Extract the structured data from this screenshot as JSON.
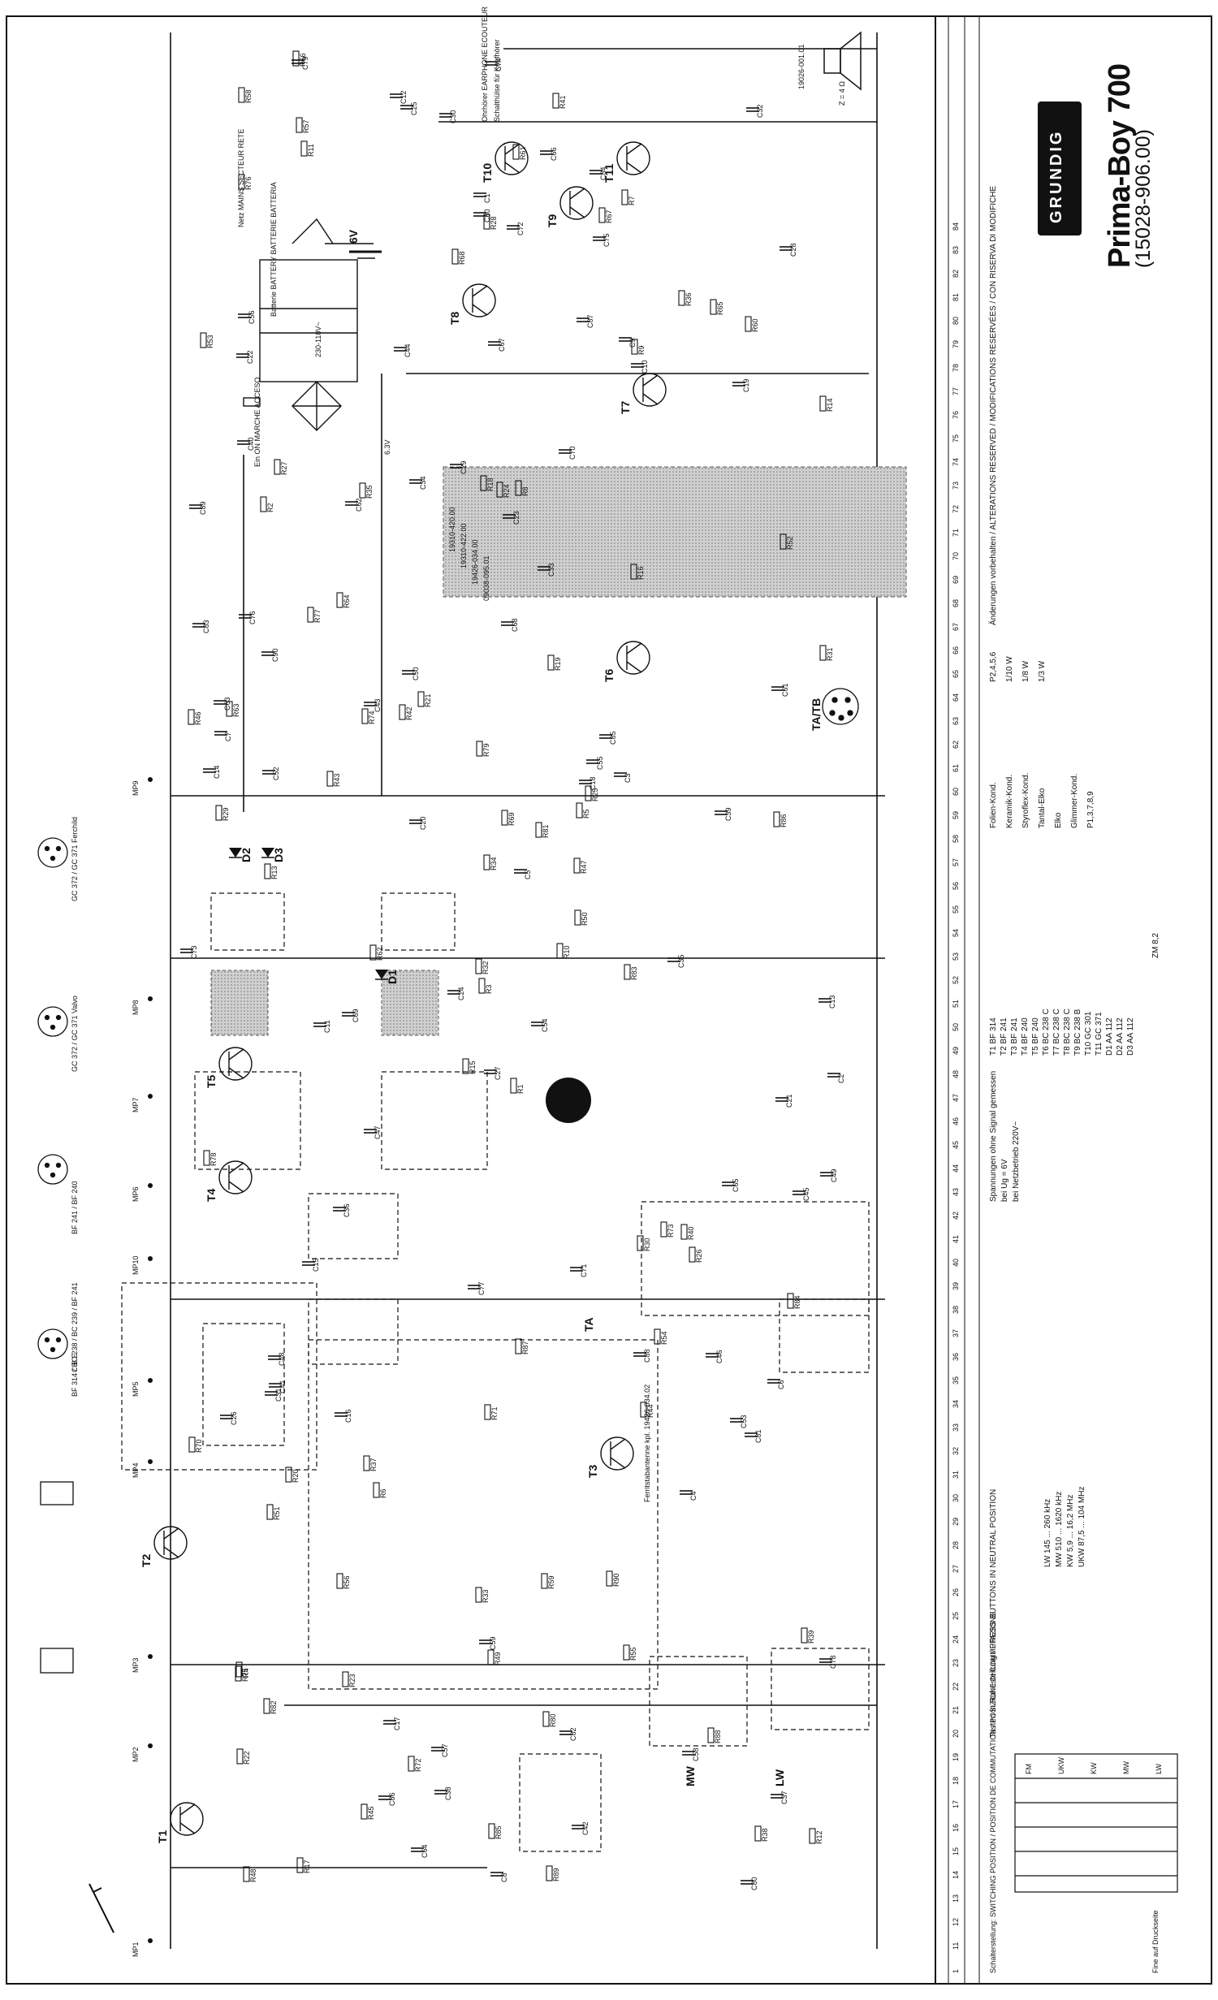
{
  "brand": "GRUNDIG",
  "model": "Prima-Boy 700",
  "model_number": "(15028-906.00)",
  "transistors": [
    "T1",
    "T2",
    "T3",
    "T4",
    "T5",
    "T6",
    "T7",
    "T8",
    "T9",
    "T10",
    "T11"
  ],
  "test_points": [
    "MP1",
    "MP2",
    "MP3",
    "MP4",
    "MP5",
    "MP6",
    "MP7",
    "MP8",
    "MP9",
    "MP10"
  ],
  "diodes": [
    "D1",
    "D2",
    "D3"
  ],
  "labels": {
    "power_block": "230-110V~",
    "battery_block": "6V",
    "mains_block": "Netz MAINS SECTEUR RETE",
    "battery_text": "Batterie BATTERY BATTERIE BATTERIA",
    "on_switch": "Ein ON MARCHE ACCESO",
    "speaker": "Z = 4 Ω",
    "speaker_part": "19026-001.01",
    "ferrite_fm": "Ferritstabantenne kpl. 19426-034.02",
    "ta_tb": "TA/TB",
    "mw": "MW",
    "lw": "LW",
    "switch_ta": "TA",
    "switch_keys": [
      "FM",
      "UKW",
      "KW",
      "MW",
      "LW"
    ],
    "earphone": "Ohrhörer EARPHONE ECOUTEUR",
    "phones_note": "Schalthülse für Kopfhörer",
    "fine_note": "Fine auf Druckseite",
    "voltages_note": "Spannungen ohne Signal gemessen",
    "voltage_conditions": [
      "bei Ug = 6V",
      "bei Netzbetrieb 220V~"
    ],
    "switch_note": "Schalterstellung: SWITCHING POSITION / POSITION DE COMMUTATION / POSIZIONE DI COMMUTAZIONE",
    "tasten_note": "Tasten in Ruhestellung / PRESS BUTTONS IN NEUTRAL POSITION",
    "reserve_note": "Änderungen vorbehalten / ALTERATIONS RESERVED / MODIFICATIONS RESERVÉES / CON RISERVA DI MODIFICHE",
    "eq": "6.3V",
    "cap_symbols": [
      "Folien-Kond.",
      "Keramik-Kond.",
      "Styroflex-Kond.",
      "Tantal-Elko",
      "Elko",
      "Glimmer-Kond."
    ],
    "freq_bands": [
      {
        "band": "LW",
        "range": "145 ... 260 kHz"
      },
      {
        "band": "MW",
        "range": "510 ... 1620 kHz"
      },
      {
        "band": "KW",
        "range": "5,9 ... 16,2 MHz"
      },
      {
        "band": "UKW",
        "range": "87,5 ... 104 MHz"
      }
    ],
    "transistor_types": [
      {
        "ref": "T1",
        "type": "BF 314"
      },
      {
        "ref": "T2",
        "type": "BF 241"
      },
      {
        "ref": "T3",
        "type": "BF 241"
      },
      {
        "ref": "T4",
        "type": "BF 240"
      },
      {
        "ref": "T5",
        "type": "BF 240"
      },
      {
        "ref": "T6",
        "type": "BC 238 C"
      },
      {
        "ref": "T7",
        "type": "BC 238 C"
      },
      {
        "ref": "T8",
        "type": "BC 238 C"
      },
      {
        "ref": "T9",
        "type": "BC 238 B"
      },
      {
        "ref": "T10",
        "type": "GC 301"
      },
      {
        "ref": "T11",
        "type": "GC 371"
      }
    ],
    "diode_types": [
      {
        "ref": "D1",
        "type": "AA 112"
      },
      {
        "ref": "D2",
        "type": "AA 112"
      },
      {
        "ref": "D3",
        "type": "AA 112"
      }
    ],
    "zener": "ZM 8,2",
    "pinout_labels": [
      "BF 314 / BC 238 / BC 239 / BF 241",
      "BF 241 / BF 240",
      "GC 372 / GC 371 Valvo",
      "GC 372 / GC 371 Ferchild",
      "C B E"
    ],
    "module_parts": [
      "19310-420.00",
      "19310-422.00",
      "19426-034.00",
      "09038-095.01"
    ],
    "part_rows": [
      "P1,3,7,8,9",
      "P2,4,5,6"
    ],
    "power_ratings": [
      "1/10 W",
      "1/8 W",
      "1/3 W"
    ],
    "numbering_row": [
      "1",
      "11",
      "12",
      "13",
      "14",
      "15",
      "16",
      "17",
      "18",
      "19",
      "20",
      "21",
      "22",
      "23",
      "24",
      "25",
      "26",
      "27",
      "28",
      "29",
      "30",
      "31",
      "32",
      "33",
      "34",
      "35",
      "36",
      "37",
      "38",
      "39",
      "40",
      "41",
      "42",
      "43",
      "44",
      "45",
      "46",
      "47",
      "48",
      "49",
      "50",
      "51",
      "52",
      "53",
      "54",
      "55",
      "56",
      "57",
      "58",
      "59",
      "60",
      "61",
      "62",
      "63",
      "64",
      "65",
      "66",
      "67",
      "68",
      "69",
      "70",
      "71",
      "72",
      "73",
      "74",
      "75",
      "76",
      "77",
      "78",
      "79",
      "80",
      "81",
      "82",
      "83",
      "84"
    ]
  },
  "component_labels": [
    "R1",
    "R2",
    "R3",
    "R4",
    "R5",
    "R6",
    "R7",
    "R8",
    "R9",
    "R10",
    "R11",
    "R12",
    "R13",
    "R14",
    "R15",
    "R16",
    "R17",
    "R18",
    "R19",
    "R20",
    "R21",
    "R22",
    "R23",
    "R24",
    "R25",
    "R26",
    "R27",
    "R28",
    "R29",
    "R30",
    "R31",
    "R32",
    "R33",
    "R34",
    "R35",
    "R36",
    "R37",
    "R38",
    "R39",
    "R40",
    "R41",
    "R42",
    "R43",
    "R44",
    "R45",
    "R46",
    "R47",
    "R48",
    "R49",
    "R50",
    "R51",
    "R52",
    "R53",
    "R54",
    "R55",
    "R56",
    "R57",
    "R58",
    "R59",
    "R60",
    "R61",
    "R62",
    "R63",
    "R64",
    "R65",
    "R66",
    "R67",
    "R68",
    "R69",
    "R70",
    "R71",
    "R72",
    "R73",
    "R74",
    "R75",
    "R76",
    "R77",
    "R78",
    "R79",
    "R80",
    "R81",
    "R82",
    "R83",
    "R84",
    "R85",
    "R86",
    "R87",
    "R88",
    "R89",
    "R90",
    "C1",
    "C2",
    "C3",
    "C4",
    "C5",
    "C6",
    "C7",
    "C8",
    "C9",
    "C10",
    "C11",
    "C12",
    "C13",
    "C14",
    "C15",
    "C16",
    "C17",
    "C18",
    "C19",
    "C20",
    "C21",
    "C22",
    "C23",
    "C24",
    "C25",
    "C26",
    "C27",
    "C28",
    "C29",
    "C30",
    "C31",
    "C32",
    "C33",
    "C34",
    "C35",
    "C36",
    "C37",
    "C38",
    "C39",
    "C40",
    "C41",
    "C42",
    "C43",
    "C44",
    "C45",
    "C46",
    "C47",
    "C48",
    "C49",
    "C50",
    "C51",
    "C52",
    "C53",
    "C54",
    "C55",
    "C56",
    "C57",
    "C58",
    "C59",
    "C60",
    "C61",
    "C62",
    "C63",
    "C64",
    "C65",
    "C66",
    "C67",
    "C68",
    "C69",
    "C70",
    "C71",
    "C72",
    "C73",
    "C74",
    "C75",
    "C76",
    "C77",
    "C78",
    "C79",
    "C80",
    "C81",
    "C82",
    "C83",
    "C84",
    "C85",
    "C86",
    "C87",
    "C88",
    "C89",
    "C90"
  ],
  "colors": {
    "ink": "#111111",
    "paper": "#ffffff",
    "shade": "#bdbdbd",
    "logo_bg": "#111111"
  }
}
